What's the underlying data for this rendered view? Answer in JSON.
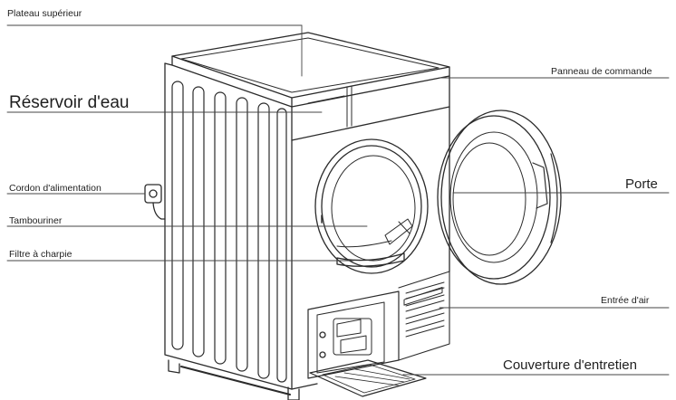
{
  "labels": {
    "top_plate": "Plateau supérieur",
    "water_tank": "Réservoir d'eau",
    "power_cord": "Cordon d'alimentation",
    "drum": "Tambouriner",
    "lint_filter": "Filtre à charpie",
    "control_panel": "Panneau de commande",
    "door": "Porte",
    "air_inlet": "Entrée d'air",
    "maintenance_cover": "Couverture d'entretien"
  }
}
